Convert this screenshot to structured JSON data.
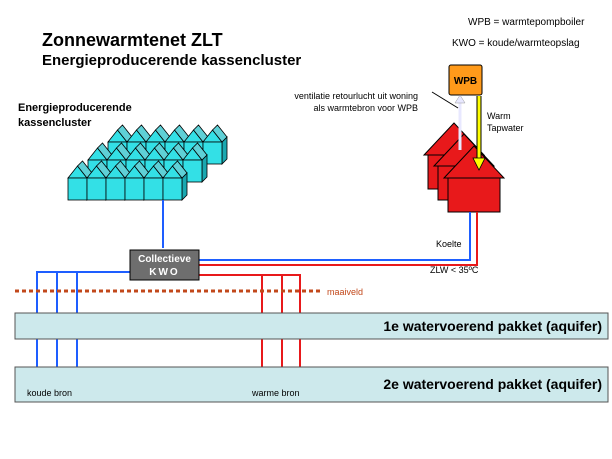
{
  "title": "Zonnewarmtenet ZLT",
  "subtitle": "Energieproducerende kassencluster",
  "legend": {
    "wpb": "WPB = warmtepompboiler",
    "kwo": "KWO = koude/warmteopslag"
  },
  "cluster_label": [
    "Energieproducerende",
    "kassencluster"
  ],
  "wpb_box": "WPB",
  "ventilation_note": [
    "ventilatie retourlucht uit woning",
    "als warmtebron voor WPB"
  ],
  "warm_tapwater": [
    "Warm",
    "Tapwater"
  ],
  "kwo_box": [
    "Collectieve",
    "KWO"
  ],
  "koelte": "Koelte",
  "zlw": "ZLW < 35ºC",
  "maaiveld": "maaiveld",
  "aquifer1": "1e watervoerend pakket (aquifer)",
  "aquifer2": "2e watervoerend pakket (aquifer)",
  "koude_bron": "koude bron",
  "warme_bron": "warme bron",
  "colors": {
    "cold": "#1e5eff",
    "warm": "#e8191b",
    "greenhouse": "#33e0e6",
    "house": "#e8191b",
    "wpb": "#ff9a1a",
    "kwo": "#6e6e6e",
    "aquifer": "#cde9ec",
    "maaiveld": "#c2481b",
    "arrow_yellow": "#ffff00"
  }
}
